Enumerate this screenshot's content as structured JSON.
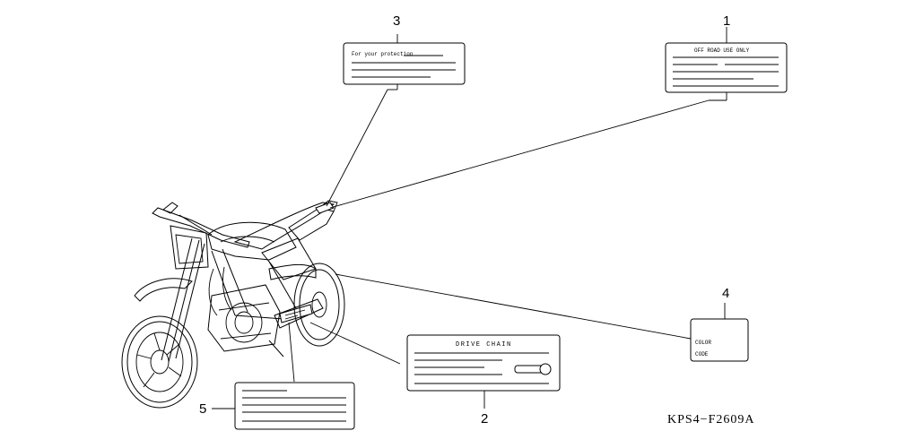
{
  "callouts": {
    "c1": "1",
    "c2": "2",
    "c3": "3",
    "c4": "4",
    "c5": "5"
  },
  "labels": {
    "label1_text": "OFF ROAD USE ONLY",
    "label2_heading": "DRIVE CHAIN",
    "label3_text": "For your protection",
    "label4_line1": "COLOR",
    "label4_line2": "CODE"
  },
  "document_code": "KPS4−F2609A"
}
